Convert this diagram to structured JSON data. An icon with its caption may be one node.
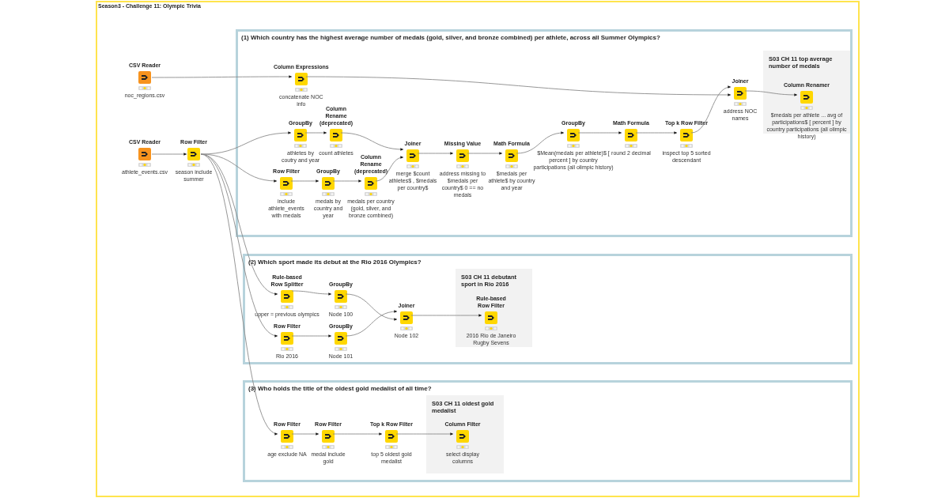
{
  "diagram": {
    "title": "Season3 - Challenge 11: Olympic Trivia",
    "nodes": [
      {
        "text": [
          "CSV Reader",
          "noc_regions.csv"
        ]
      },
      {
        "text": [
          "CSV Reader",
          "athlete_events.csv"
        ]
      },
      {
        "text": [
          "Row Filter",
          "season include summer"
        ]
      },
      {
        "text": [
          "(1) Which country has the highest average number of medals (gold, silver, and bronze combined) per athlete, across all Summer Olympics?"
        ]
      },
      {
        "text": [
          "Column Expressions",
          "concatenate NOC info"
        ],
        "in": 3
      },
      {
        "text": [
          "GroupBy",
          "athletes by coutry and year"
        ],
        "in": 3
      },
      {
        "text": [
          "Column Rename (deprecated)",
          "count athletes"
        ],
        "in": 3
      },
      {
        "text": [
          "Row Filter",
          "include athlete_events with medals"
        ],
        "in": 3
      },
      {
        "text": [
          "GroupBy",
          "medals by country and year"
        ],
        "in": 3
      },
      {
        "text": [
          "Column Rename (deprecated)",
          "medals per country (gold, silver, and bronze combined)"
        ],
        "in": 3
      },
      {
        "text": [
          "Joiner",
          "merge $count athletes$ , $medals per country$"
        ],
        "in": 3
      },
      {
        "text": [
          "Missing Value",
          "address missing to $medals per country$ 0 == no medals"
        ],
        "in": 3
      },
      {
        "text": [
          "Math Formula",
          "$medals per athlete$ by country and year"
        ],
        "in": 3
      },
      {
        "text": [
          "GroupBy",
          "$Mean(medals per athlete)$ [ percent ] by country participations (all olimpic history)"
        ],
        "in": 3
      },
      {
        "text": [
          "Math Formula",
          "round 2 decimal"
        ],
        "in": 3
      },
      {
        "text": [
          "Top k Row Filter",
          "inspect top 5 sorted descendant"
        ],
        "in": 3
      },
      {
        "text": [
          "Joiner",
          "address NOC names"
        ],
        "in": 3
      },
      {
        "text": [
          "S03 CH 11 top average number of medals"
        ],
        "in": 3
      },
      {
        "text": [
          "Column Renamer",
          "$medals per athlete ... avg of participations$ [ percent ] by country participations (all olimpic history)"
        ],
        "in": 17
      },
      {
        "text": [
          "(2) Which sport made its debut at the Rio 2016 Olympics?"
        ]
      },
      {
        "text": [
          "Rule-based Row Splitter",
          "upper = previous olympics"
        ],
        "in": 19
      },
      {
        "text": [
          "GroupBy",
          "Node 100"
        ],
        "in": 19
      },
      {
        "text": [
          "Row Filter",
          "Rio 2016"
        ],
        "in": 19
      },
      {
        "text": [
          "GroupBy",
          "Node 101"
        ],
        "in": 19
      },
      {
        "text": [
          "Joiner",
          "Node 102"
        ],
        "in": 19
      },
      {
        "text": [
          "S03 CH 11 debutant sport in Rio 2016"
        ],
        "in": 19
      },
      {
        "text": [
          "Rule-based Row Filter",
          "2016 Rio de Janeiro Rugby Sevens"
        ],
        "in": 25
      },
      {
        "text": [
          "(3) Who holds the title of the oldest gold medalist of all time?"
        ]
      },
      {
        "text": [
          "Row Filter",
          "age exclude NA"
        ],
        "in": 27
      },
      {
        "text": [
          "Row Filter",
          "medal include gold"
        ],
        "in": 27
      },
      {
        "text": [
          "Top k Row Filter",
          "top 5 oldest gold medalist"
        ],
        "in": 27
      },
      {
        "text": [
          "S03 CH 11 oldest gold medalist"
        ],
        "in": 27
      },
      {
        "text": [
          "Column Filter",
          "select display columns"
        ],
        "in": 31
      }
    ],
    "edges": [
      {
        "from": 0,
        "to": 4,
        "arrow": "to"
      },
      {
        "from": 4,
        "to": 16,
        "arrow": "to"
      },
      {
        "from": 1,
        "to": 2,
        "arrow": "to"
      },
      {
        "from": 2,
        "to": 5,
        "arrow": "to"
      },
      {
        "from": 2,
        "to": 7,
        "arrow": "to"
      },
      {
        "from": 2,
        "to": 20,
        "arrow": "to"
      },
      {
        "from": 2,
        "to": 22,
        "arrow": "to"
      },
      {
        "from": 2,
        "to": 28,
        "arrow": "to"
      },
      {
        "from": 5,
        "to": 6,
        "arrow": "to"
      },
      {
        "from": 6,
        "to": 10,
        "arrow": "to"
      },
      {
        "from": 7,
        "to": 8,
        "arrow": "to"
      },
      {
        "from": 8,
        "to": 9,
        "arrow": "to"
      },
      {
        "from": 9,
        "to": 10,
        "arrow": "to"
      },
      {
        "from": 10,
        "to": 11,
        "arrow": "to"
      },
      {
        "from": 11,
        "to": 12,
        "arrow": "to"
      },
      {
        "from": 12,
        "to": 13,
        "arrow": "to"
      },
      {
        "from": 13,
        "to": 14,
        "arrow": "to"
      },
      {
        "from": 14,
        "to": 15,
        "arrow": "to"
      },
      {
        "from": 15,
        "to": 16,
        "arrow": "to"
      },
      {
        "from": 16,
        "to": 18,
        "arrow": "to"
      },
      {
        "from": 20,
        "to": 21,
        "arrow": "to"
      },
      {
        "from": 22,
        "to": 23,
        "arrow": "to"
      },
      {
        "from": 21,
        "to": 24,
        "arrow": "to"
      },
      {
        "from": 23,
        "to": 24,
        "arrow": "to"
      },
      {
        "from": 24,
        "to": 26,
        "arrow": "to"
      },
      {
        "from": 28,
        "to": 29,
        "arrow": "to"
      },
      {
        "from": 29,
        "to": 30,
        "arrow": "to"
      },
      {
        "from": 30,
        "to": 32,
        "arrow": "to"
      }
    ]
  }
}
